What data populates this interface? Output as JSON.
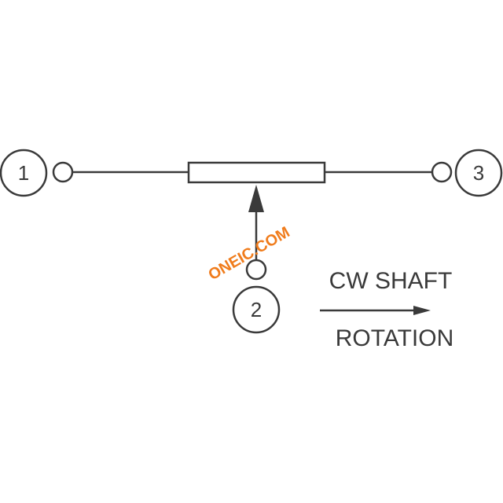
{
  "terminals": {
    "t1": "1",
    "t2": "2",
    "t3": "3"
  },
  "caption": {
    "line1": "CW SHAFT",
    "line2": "ROTATION"
  },
  "watermark": "ONEIC.COM",
  "colors": {
    "line": "#3a3a3a",
    "watermark": "#f07c1c",
    "background": "#ffffff"
  }
}
